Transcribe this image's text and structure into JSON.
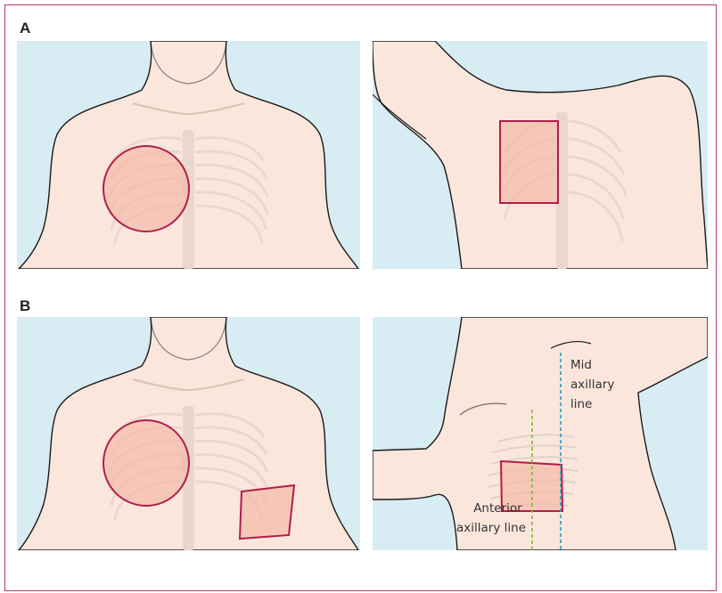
{
  "panels": {
    "a_label": "A",
    "b_label": "B"
  },
  "annotations": {
    "mid_axillary": [
      "Mid",
      "axillary",
      "line"
    ],
    "anterior_axillary": [
      "Anterior",
      "axillary line"
    ]
  },
  "colors": {
    "background": "#d8ecf3",
    "skin": "#fbe6dc",
    "outline": "#1a1a1a",
    "bone": "#ead7cc",
    "region_fill": "#f4b9a6",
    "region_stroke": "#b01e4b",
    "mid_axillary_line": "#2a9bc1",
    "anterior_axillary_line": "#7cbc3a",
    "frame": "#b8386a"
  }
}
